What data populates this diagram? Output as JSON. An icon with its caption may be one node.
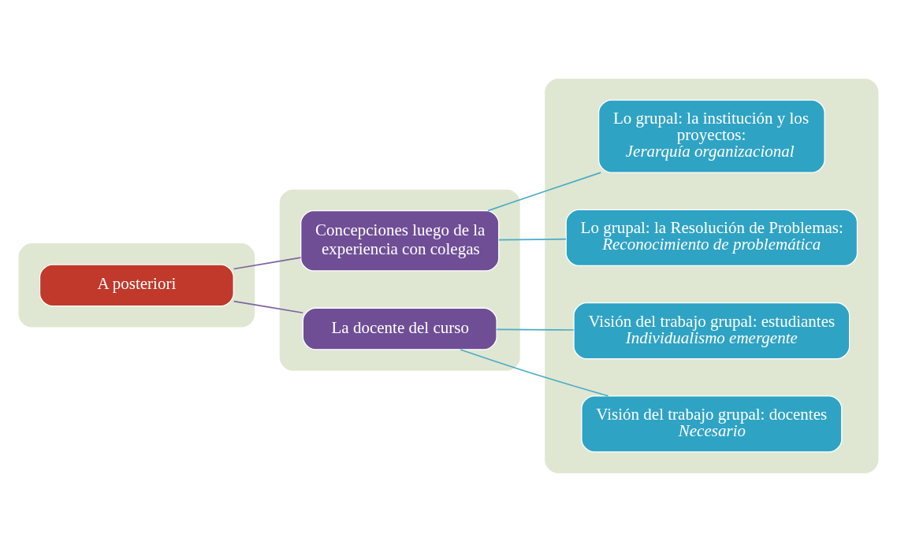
{
  "diagram": {
    "nodes": [
      {
        "text": [],
        "shape": "box"
      },
      {
        "text": [],
        "shape": "box"
      },
      {
        "text": [],
        "shape": "box"
      },
      {
        "text": [
          "A posteriori"
        ],
        "in": 0
      },
      {
        "text": [
          "Concepciones luego de la experiencia con colegas"
        ],
        "in": 1
      },
      {
        "text": [
          "La docente del curso"
        ],
        "in": 1
      },
      {
        "text": [
          "Lo grupal: la institución y los proyectos:",
          "Jerarquía organizacional"
        ],
        "in": 2
      },
      {
        "text": [
          "Lo grupal: la Resolución de Problemas:",
          "Reconocimiento de problemática"
        ],
        "in": 2
      },
      {
        "text": [
          "Visión del trabajo grupal: estudiantes",
          "Individualismo emergente"
        ],
        "in": 2
      },
      {
        "text": [
          "Visión del trabajo grupal: docentes",
          "Necesario"
        ],
        "in": 2
      }
    ],
    "edges": [
      {
        "from": 3,
        "to": 4,
        "arrow": "none",
        "color": "#8064a2"
      },
      {
        "from": 3,
        "to": 5,
        "arrow": "none",
        "color": "#8064a2"
      },
      {
        "from": 4,
        "to": 6,
        "arrow": "none"
      },
      {
        "from": 4,
        "to": 7,
        "arrow": "none"
      },
      {
        "from": 5,
        "to": 8,
        "arrow": "none"
      },
      {
        "from": 5,
        "to": 9,
        "arrow": "none"
      }
    ]
  }
}
